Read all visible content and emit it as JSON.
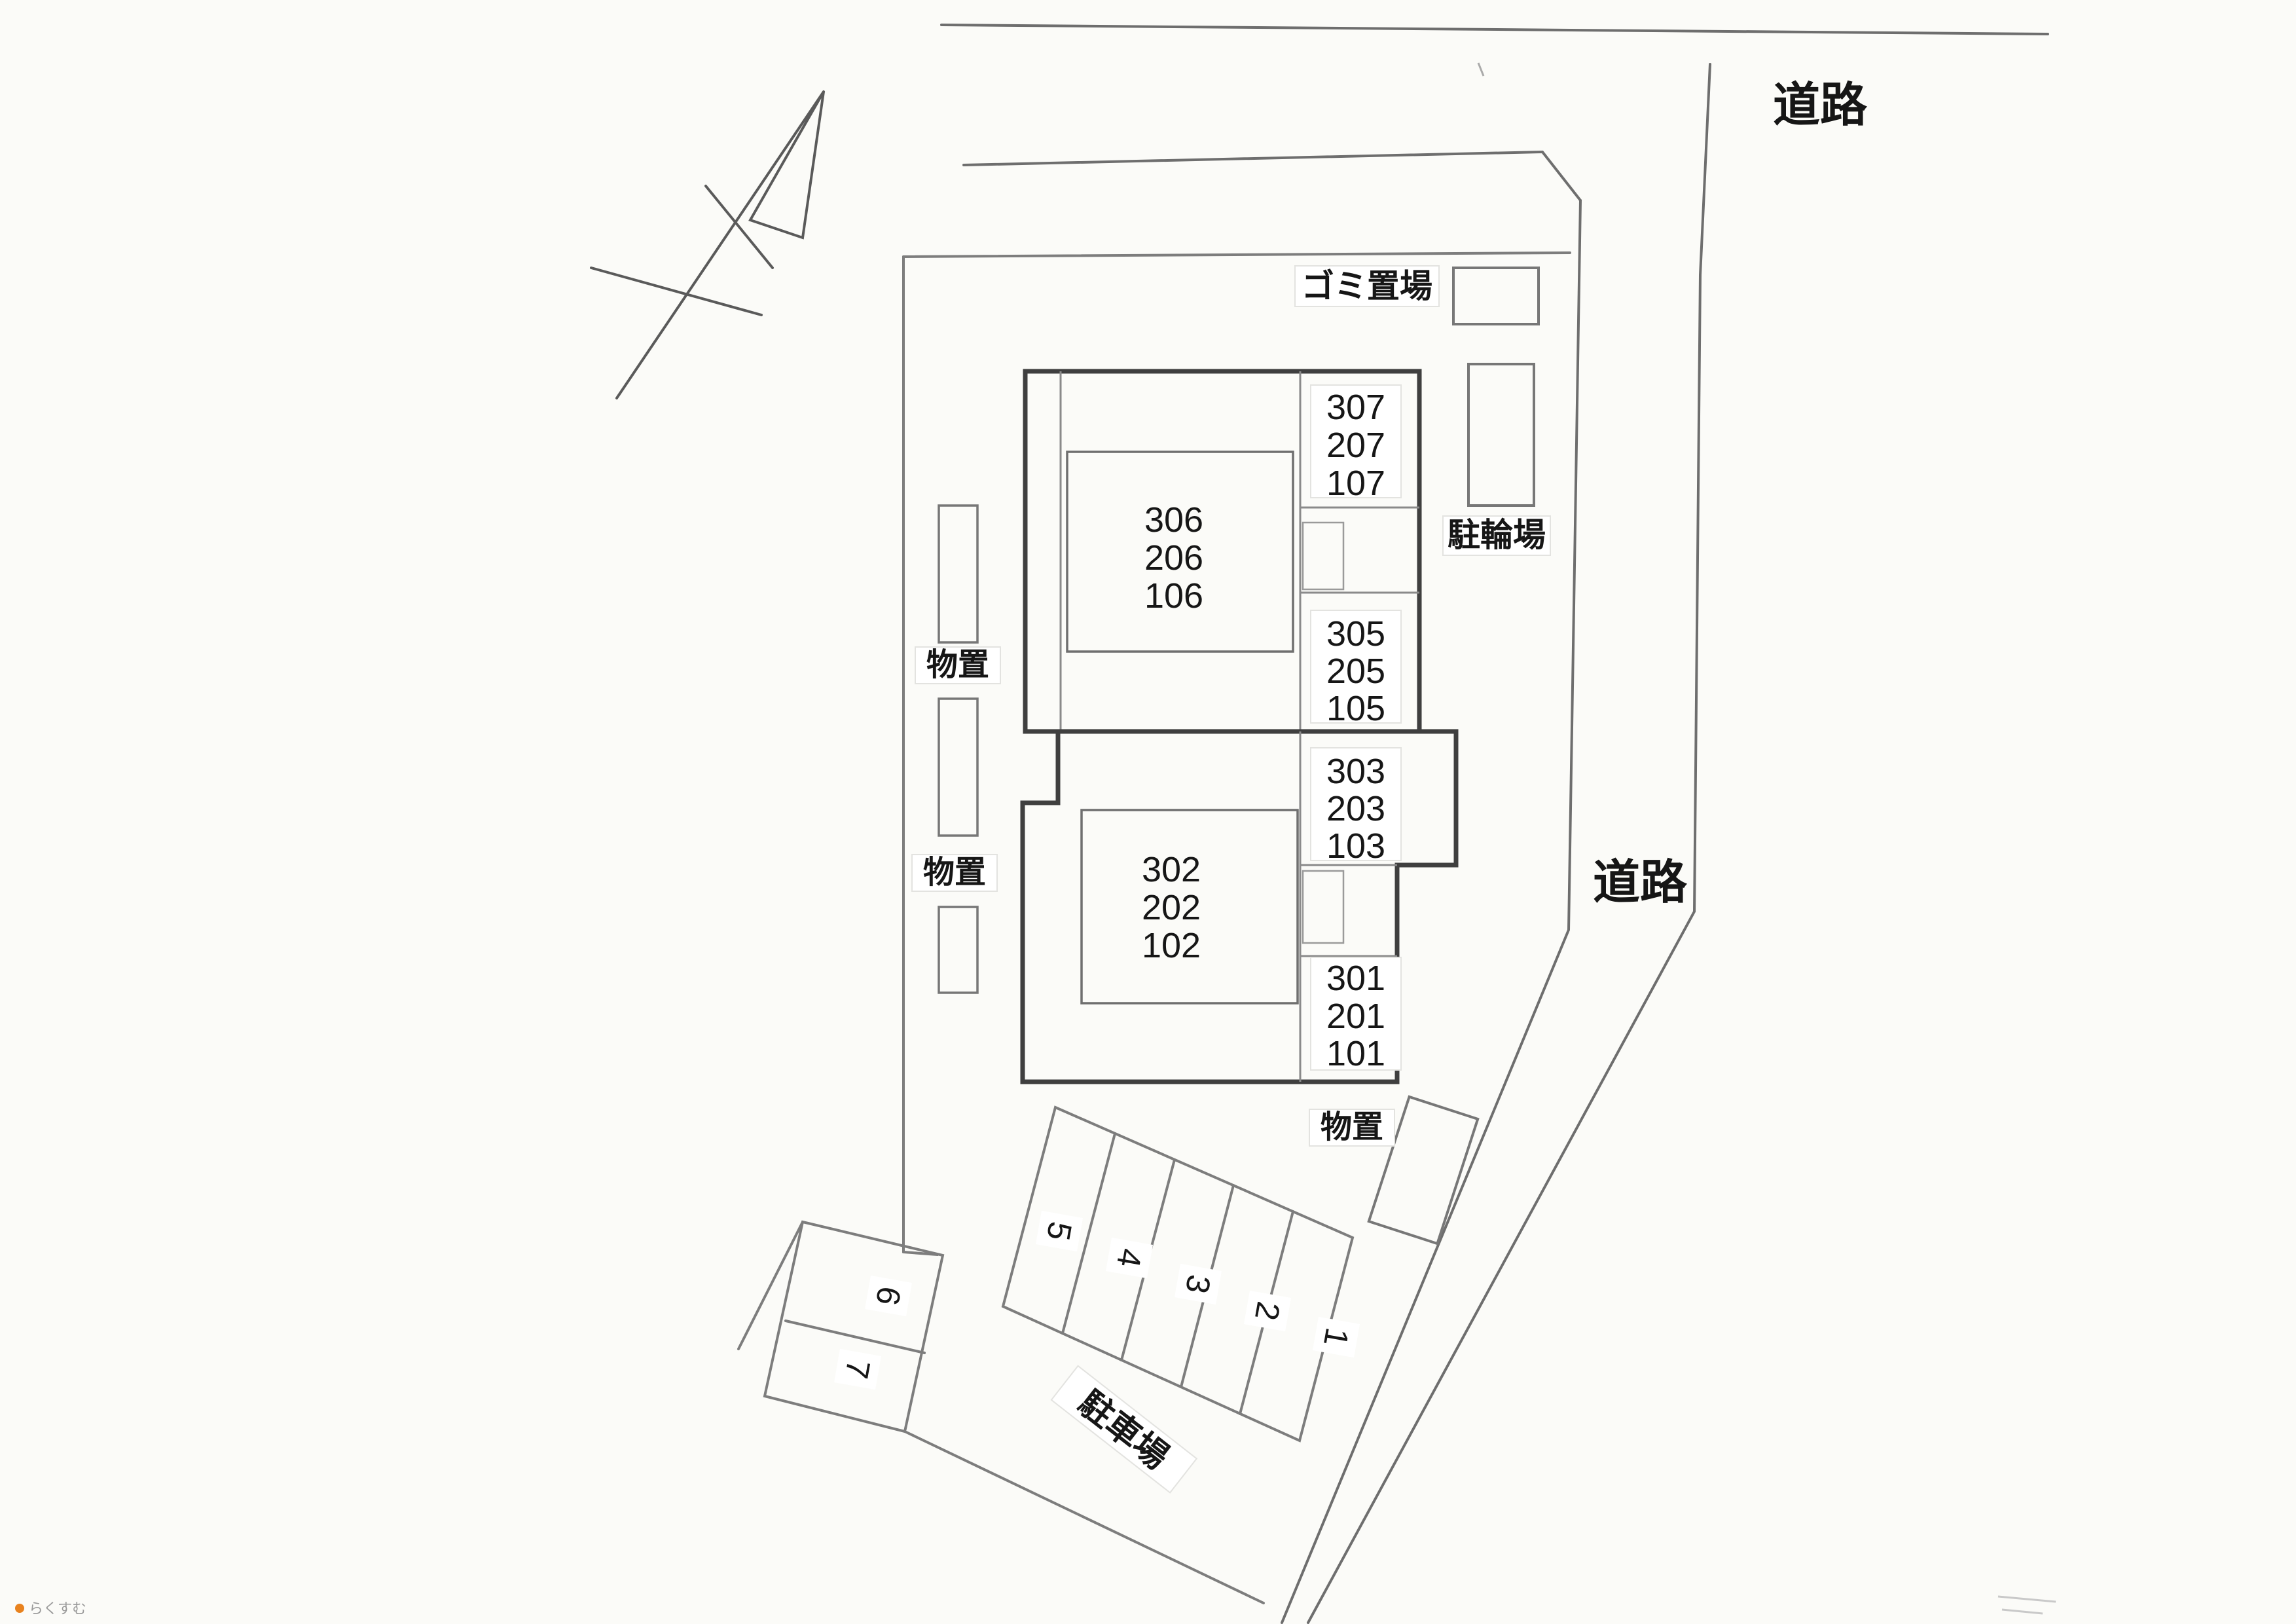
{
  "labels": {
    "road_top": "道路",
    "road_right": "道路",
    "garbage": "ゴミ置場",
    "bicycle_parking": "駐輪場",
    "storage_left_1": "物置",
    "storage_left_2": "物置",
    "storage_bottom": "物置",
    "parking_lot": "駐車場"
  },
  "buildings": {
    "north": {
      "units_main": [
        "306",
        "206",
        "106"
      ],
      "units_ne": [
        "307",
        "207",
        "107"
      ],
      "units_se": [
        "305",
        "205",
        "105"
      ]
    },
    "south": {
      "units_main": [
        "302",
        "202",
        "102"
      ],
      "units_ne": [
        "303",
        "203",
        "103"
      ],
      "units_se": [
        "301",
        "201",
        "101"
      ]
    }
  },
  "parking": {
    "spaces": [
      "1",
      "2",
      "3",
      "4",
      "5",
      "6",
      "7"
    ]
  },
  "watermark": "らくすむ",
  "colors": {
    "pencil": "#7d7d7d",
    "road_line": "#6e6e6e",
    "building_outline": "#3f3f3f",
    "text": "#161616",
    "watermark_dot": "#e8821e"
  }
}
